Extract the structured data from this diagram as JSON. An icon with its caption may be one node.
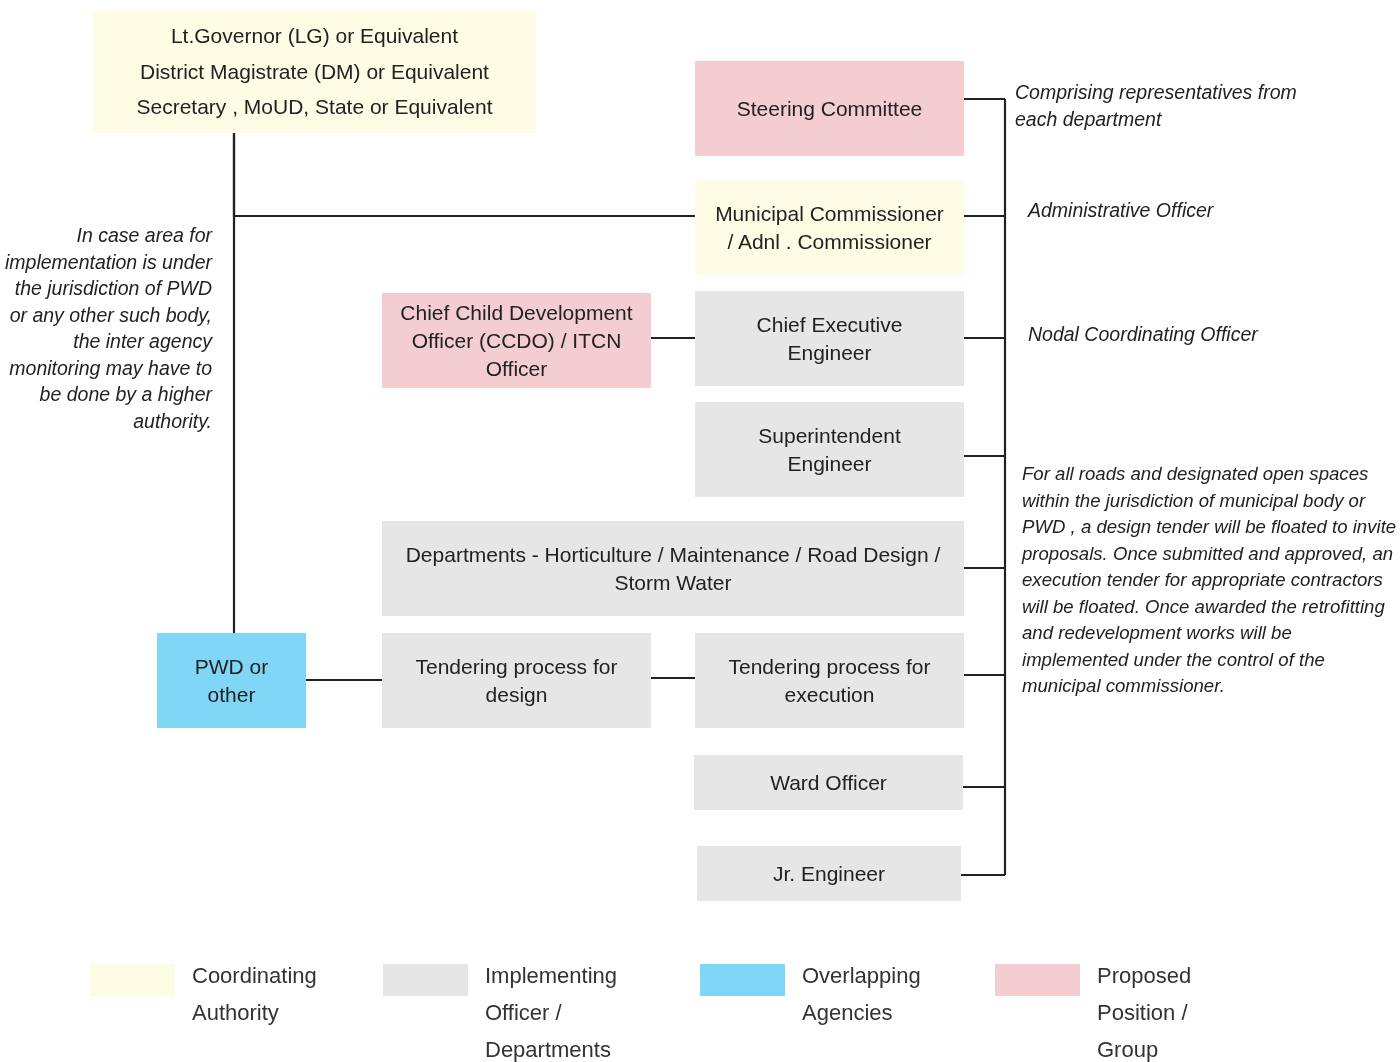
{
  "diagram": {
    "nodes": [
      {
        "text": [
          "Lt.Governor (LG) or Equivalent",
          "District Magistrate (DM) or Equivalent",
          "Secretary , MoUD, State or Equivalent"
        ]
      },
      {
        "text": [
          "Steering Committee"
        ]
      },
      {
        "text": [
          "Municipal Commissioner / Adnl . Commissioner"
        ]
      },
      {
        "text": [
          "Chief Child Development Officer (CCDO) / ITCN Officer"
        ]
      },
      {
        "text": [
          "Chief Executive Engineer"
        ]
      },
      {
        "text": [
          "Superintendent Engineer"
        ]
      },
      {
        "text": [
          "Departments - Horticulture / Maintenance / Road Design / Storm Water"
        ]
      },
      {
        "text": [
          "PWD or other"
        ]
      },
      {
        "text": [
          "Tendering process for design"
        ]
      },
      {
        "text": [
          "Tendering process for execution"
        ]
      },
      {
        "text": [
          "Ward Officer"
        ]
      },
      {
        "text": [
          "Jr. Engineer"
        ]
      }
    ],
    "edges": [
      {
        "from": 0,
        "to": 7,
        "arrow": "none"
      },
      {
        "from": 0,
        "to": 2,
        "arrow": "none"
      },
      {
        "from": 3,
        "to": 4,
        "arrow": "none"
      },
      {
        "from": 7,
        "to": 8,
        "arrow": "none"
      },
      {
        "from": 8,
        "to": 9,
        "arrow": "none"
      }
    ],
    "labels": [
      "Comprising representatives from each department",
      "Administrative Officer",
      "In case area for implementation is under the jurisdiction of PWD or any other such body, the inter agency monitoring may have to be done by a higher authority.",
      "Nodal Coordinating Officer",
      "For all roads and designated open spaces within the jurisdiction of municipal body or PWD , a design tender will be floated to invite proposals. Once submitted and approved, an execution tender for appropriate contractors will be floated. Once awarded the retrofitting and redevelopment works will be implemented under the control of the municipal commissioner."
    ],
    "legend": [
      {
        "text": "Coordinating Authority",
        "color": "#fdfde6"
      },
      {
        "text": "Implementing Officer / Departments",
        "color": "#e6e6e6"
      },
      {
        "text": "Overlapping Agencies",
        "color": "#7fd6f7"
      },
      {
        "text": "Proposed Position / Group",
        "color": "#f3cdd2"
      }
    ]
  }
}
